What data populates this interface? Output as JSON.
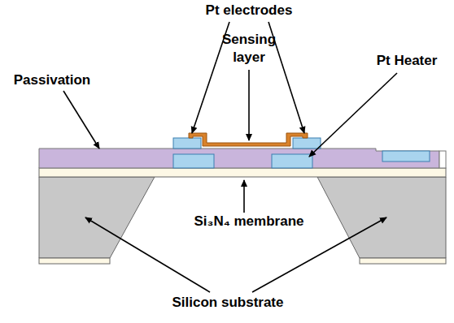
{
  "diagram": {
    "labels": [
      "Pt electrodes",
      "Sensing layer",
      "Pt Heater",
      "Passivation",
      "Si₃N₄ membrane",
      "Silicon substrate"
    ]
  }
}
